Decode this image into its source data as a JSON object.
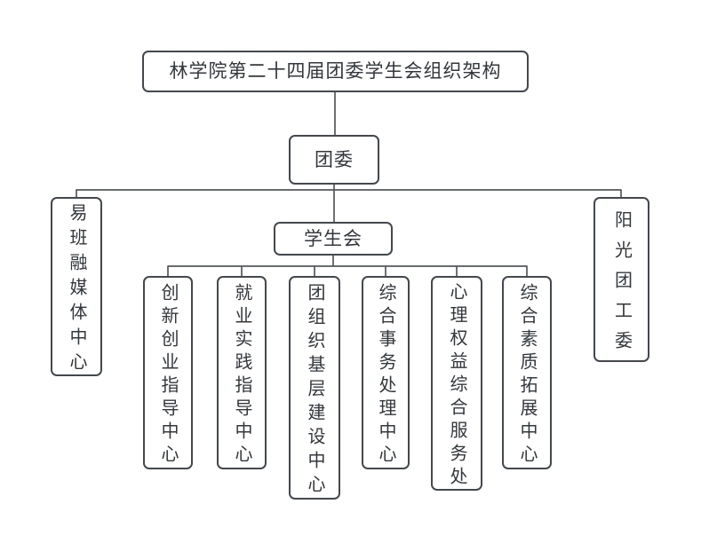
{
  "diagram": {
    "title": {
      "label": "林学院第二十四届团委学生会组织架构"
    },
    "level1": {
      "label": "团委"
    },
    "level2": {
      "left": {
        "label": "易班融媒体中心"
      },
      "center": {
        "label": "学生会"
      },
      "right": {
        "label": "阳光团工委"
      }
    },
    "departments": [
      {
        "label": "创新创业指导中心"
      },
      {
        "label": "就业实践指导中心"
      },
      {
        "label": "团组织基层建设中心"
      },
      {
        "label": "综合事务处理中心"
      },
      {
        "label": "心理权益综合服务处"
      },
      {
        "label": "综合素质拓展中心"
      }
    ],
    "colors": {
      "box_border": "#43484e",
      "connector_line": "#54585c",
      "text": "#33373c",
      "background": "#ffffff"
    }
  }
}
